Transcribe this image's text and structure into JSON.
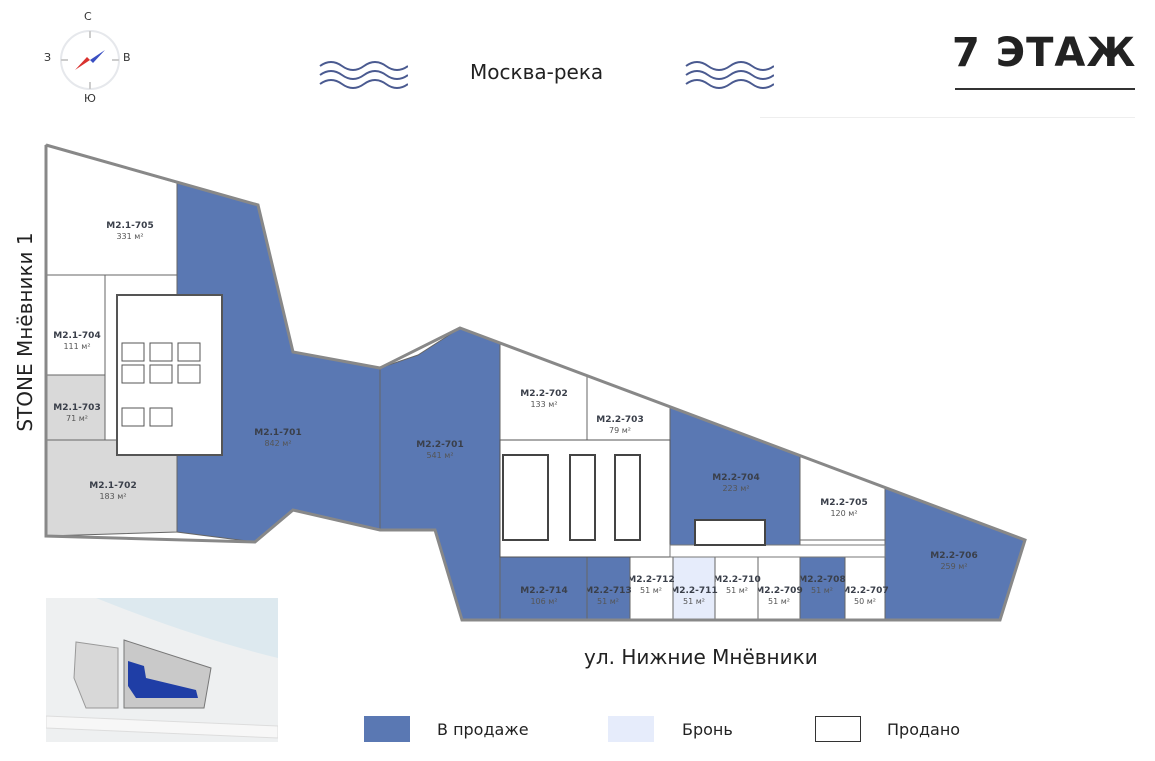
{
  "compass": {
    "n": "С",
    "s": "Ю",
    "w": "З",
    "e": "В"
  },
  "header": {
    "river": "Москва-река",
    "floor_title": "7 ЭТАЖ"
  },
  "side_label": "STONE Мнёвники 1",
  "street": "ул. Нижние Мнёвники",
  "colors": {
    "for_sale": "#5a78b3",
    "reserved": "#e6ecfb",
    "sold": "#ffffff",
    "grey": "#d9d9d9"
  },
  "units": [
    {
      "name": "M2.1-705",
      "area": "331 м²",
      "status": "sold"
    },
    {
      "name": "M2.1-704",
      "area": "111 м²",
      "status": "sold"
    },
    {
      "name": "M2.1-703",
      "area": "71 м²",
      "status": "unavailable"
    },
    {
      "name": "M2.1-702",
      "area": "183 м²",
      "status": "unavailable"
    },
    {
      "name": "M2.1-701",
      "area": "842 м²",
      "status": "for_sale"
    },
    {
      "name": "M2.2-701",
      "area": "541 м²",
      "status": "for_sale"
    },
    {
      "name": "M2.2-702",
      "area": "133 м²",
      "status": "sold"
    },
    {
      "name": "M2.2-703",
      "area": "79 м²",
      "status": "sold"
    },
    {
      "name": "M2.2-704",
      "area": "223 м²",
      "status": "for_sale"
    },
    {
      "name": "M2.2-705",
      "area": "120 м²",
      "status": "sold"
    },
    {
      "name": "M2.2-706",
      "area": "259 м²",
      "status": "for_sale"
    },
    {
      "name": "M2.2-707",
      "area": "50 м²",
      "status": "sold"
    },
    {
      "name": "M2.2-708",
      "area": "51 м²",
      "status": "for_sale"
    },
    {
      "name": "M2.2-709",
      "area": "51 м²",
      "status": "sold"
    },
    {
      "name": "M2.2-710",
      "area": "51 м²",
      "status": "sold"
    },
    {
      "name": "M2.2-711",
      "area": "51 м²",
      "status": "reserved"
    },
    {
      "name": "M2.2-712",
      "area": "51 м²",
      "status": "sold"
    },
    {
      "name": "M2.2-713",
      "area": "51 м²",
      "status": "for_sale"
    },
    {
      "name": "M2.2-714",
      "area": "106 м²",
      "status": "for_sale"
    }
  ],
  "legend": {
    "for_sale": "В продаже",
    "reserved": "Бронь",
    "sold": "Продано"
  }
}
